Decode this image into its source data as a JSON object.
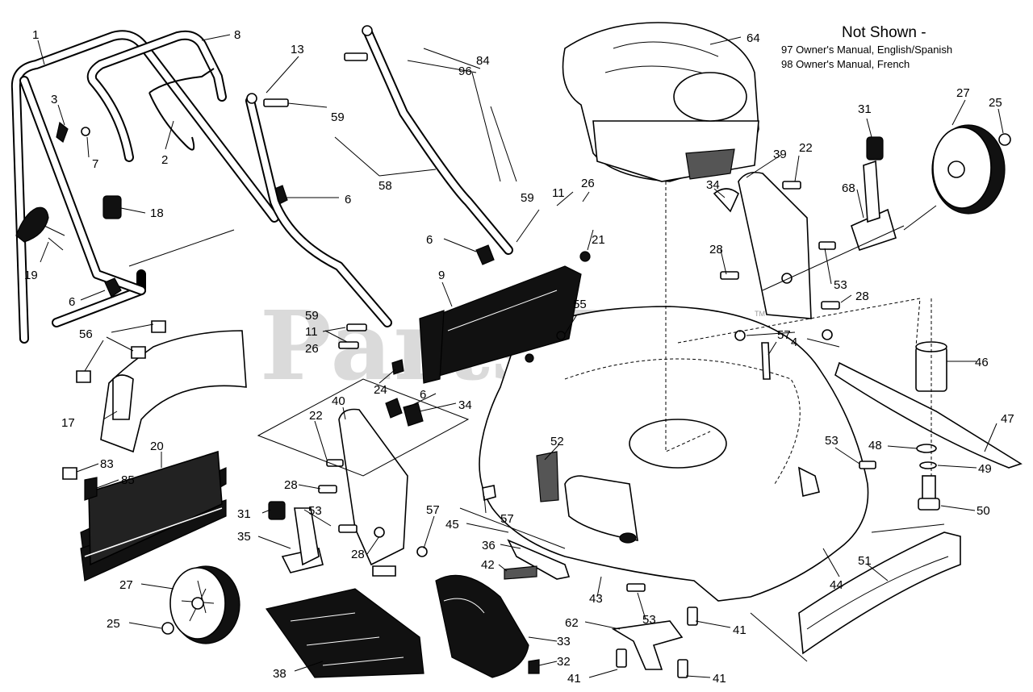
{
  "watermark": "PartsTree",
  "watermark_tm": "TM",
  "not_shown": {
    "title": "Not Shown -",
    "items": [
      "97  Owner's Manual, English/Spanish",
      "98  Owner's Manual, French"
    ]
  },
  "callouts": {
    "c1": "1",
    "c2": "2",
    "c3": "3",
    "c4": "4",
    "c6a": "6",
    "c6b": "6",
    "c6c": "6",
    "c6d": "6",
    "c7": "7",
    "c8": "8",
    "c9": "9",
    "c11a": "11",
    "c11b": "11",
    "c13": "13",
    "c17": "17",
    "c18": "18",
    "c19": "19",
    "c20": "20",
    "c21": "21",
    "c22a": "22",
    "c22b": "22",
    "c24": "24",
    "c25a": "25",
    "c25b": "25",
    "c26a": "26",
    "c26b": "26",
    "c27a": "27",
    "c27b": "27",
    "c28a": "28",
    "c28b": "28",
    "c28c": "28",
    "c28d": "28",
    "c31a": "31",
    "c31b": "31",
    "c32": "32",
    "c33": "33",
    "c34a": "34",
    "c34b": "34",
    "c35": "35",
    "c36": "36",
    "c38": "38",
    "c39": "39",
    "c40": "40",
    "c41a": "41",
    "c41b": "41",
    "c41c": "41",
    "c42": "42",
    "c43": "43",
    "c44": "44",
    "c45": "45",
    "c46": "46",
    "c47": "47",
    "c48": "48",
    "c49": "49",
    "c50": "50",
    "c51": "51",
    "c52": "52",
    "c53a": "53",
    "c53b": "53",
    "c53c": "53",
    "c53d": "53",
    "c55": "55",
    "c56": "56",
    "c57a": "57",
    "c57b": "57",
    "c57c": "57",
    "c58": "58",
    "c59a": "59",
    "c59b": "59",
    "c59c": "59",
    "c62": "62",
    "c64": "64",
    "c68": "68",
    "c83": "83",
    "c84": "84",
    "c85": "85",
    "c96": "96"
  }
}
